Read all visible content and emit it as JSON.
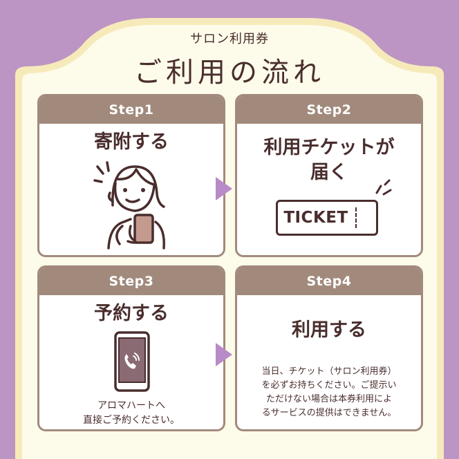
{
  "header": {
    "subtitle": "サロン利用券",
    "title": "ご利用の流れ"
  },
  "steps": [
    {
      "label": "Step1",
      "title": "寄附する",
      "illustration": "woman-with-smartphone-icon"
    },
    {
      "label": "Step2",
      "title_line1": "利用チケットが",
      "title_line2": "届く",
      "ticket_text": "TICKET"
    },
    {
      "label": "Step3",
      "title": "予約する",
      "illustration": "phone-call-icon",
      "note_line1": "アロマハートへ",
      "note_line2": "直接ご予約ください。"
    },
    {
      "label": "Step4",
      "title": "利用する",
      "note_line1": "当日、チケット（サロン利用券）",
      "note_line2": "を必ずお持ちください。ご提示い",
      "note_line3": "ただけない場合は本券利用によ",
      "note_line4": "るサービスの提供はできません。"
    }
  ],
  "colors": {
    "background": "#bc95c4",
    "panel": "#fdfbea",
    "panel_border": "#f3e2a6",
    "card_header": "#a18a7c",
    "text": "#4a2d2d",
    "arrow": "#b98ac8"
  }
}
